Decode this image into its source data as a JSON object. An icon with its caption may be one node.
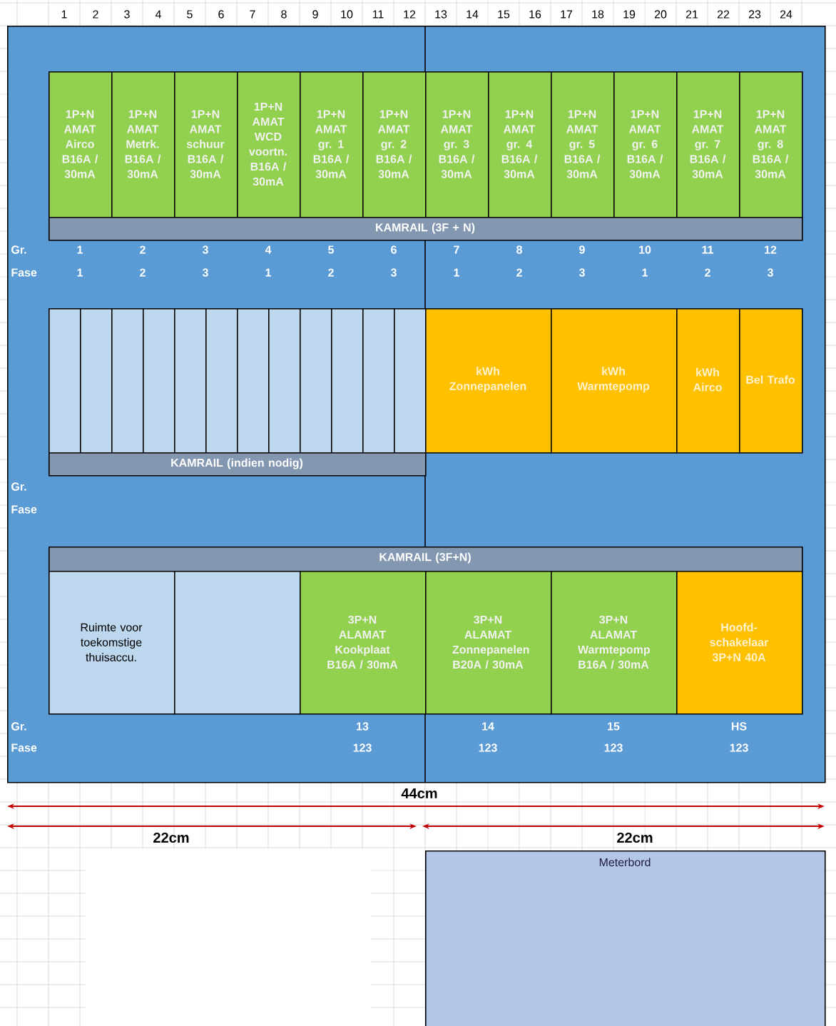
{
  "diagram": {
    "nodes": [
      {
        "text": [],
        "shape": "box"
      },
      {
        "text": [
          "1P+N AMAT Airco B16A / 30mA"
        ],
        "in": 0
      },
      {
        "text": [
          "1P+N AMAT Metrk. B16A / 30mA"
        ],
        "in": 0
      },
      {
        "text": [
          "1P+N AMAT schuur B16A / 30mA"
        ],
        "in": 0
      },
      {
        "text": [
          "1P+N AMAT WCD voortn. B16A / 30mA"
        ],
        "in": 0
      },
      {
        "text": [
          "1P+N AMAT gr. 1 B16A / 30mA"
        ],
        "in": 0
      },
      {
        "text": [
          "1P+N AMAT gr. 2 B16A / 30mA"
        ],
        "in": 0
      },
      {
        "text": [
          "1P+N AMAT gr. 3 B16A / 30mA"
        ],
        "in": 0
      },
      {
        "text": [
          "1P+N AMAT gr. 4 B16A / 30mA"
        ],
        "in": 0
      },
      {
        "text": [
          "1P+N AMAT gr. 5 B16A / 30mA"
        ],
        "in": 0
      },
      {
        "text": [
          "1P+N AMAT gr. 6 B16A / 30mA"
        ],
        "in": 0
      },
      {
        "text": [
          "1P+N AMAT gr. 7 B16A / 30mA"
        ],
        "in": 0
      },
      {
        "text": [
          "1P+N AMAT gr. 8 B16A / 30mA"
        ],
        "in": 0
      },
      {
        "text": [
          "KAMRAIL (3F + N)"
        ],
        "in": 0
      },
      {
        "text": [],
        "shape": "box",
        "in": 0
      },
      {
        "text": [],
        "shape": "box",
        "in": 0
      },
      {
        "text": [],
        "shape": "box",
        "in": 0
      },
      {
        "text": [],
        "shape": "box",
        "in": 0
      },
      {
        "text": [],
        "shape": "box",
        "in": 0
      },
      {
        "text": [],
        "shape": "box",
        "in": 0
      },
      {
        "text": [],
        "shape": "box",
        "in": 0
      },
      {
        "text": [],
        "shape": "box",
        "in": 0
      },
      {
        "text": [],
        "shape": "box",
        "in": 0
      },
      {
        "text": [],
        "shape": "box",
        "in": 0
      },
      {
        "text": [],
        "shape": "box",
        "in": 0
      },
      {
        "text": [],
        "shape": "box",
        "in": 0
      },
      {
        "text": [
          "kWh Zonnepanelen"
        ],
        "in": 0
      },
      {
        "text": [
          "kWh Warmtepomp"
        ],
        "in": 0
      },
      {
        "text": [
          "kWh Airco"
        ],
        "in": 0
      },
      {
        "text": [
          "Bel Trafo"
        ],
        "in": 0
      },
      {
        "text": [
          "KAMRAIL (indien nodig)"
        ],
        "in": 0
      },
      {
        "text": [
          "KAMRAIL (3F+N)"
        ],
        "in": 0
      },
      {
        "text": [
          "Ruimte voor toekomstige thuisaccu."
        ],
        "in": 0
      },
      {
        "text": [],
        "shape": "box",
        "in": 0
      },
      {
        "text": [
          "3P+N ALAMAT Kookplaat B16A / 30mA"
        ],
        "in": 0
      },
      {
        "text": [
          "3P+N ALAMAT Zonnepanelen B20A / 30mA"
        ],
        "in": 0
      },
      {
        "text": [
          "3P+N ALAMAT Warmtepomp B16A / 30mA"
        ],
        "in": 0
      },
      {
        "text": [
          "Hoofd- schakelaar 3P+N 40A"
        ],
        "in": 0
      },
      {
        "text": [
          "Meterbord"
        ]
      }
    ],
    "labels": [
      "1",
      "2",
      "3",
      "4",
      "5",
      "6",
      "7",
      "8",
      "9",
      "10",
      "11",
      "12",
      "13",
      "14",
      "15",
      "16",
      "17",
      "18",
      "19",
      "20",
      "21",
      "22",
      "23",
      "24",
      "Gr.",
      "1",
      "2",
      "3",
      "4",
      "5",
      "6",
      "7",
      "8",
      "9",
      "10",
      "11",
      "12",
      "Fase",
      "1",
      "2",
      "3",
      "1",
      "2",
      "3",
      "1",
      "2",
      "3",
      "1",
      "2",
      "3",
      "Gr.",
      "Fase",
      "Gr.",
      "13",
      "14",
      "15",
      "HS",
      "Fase",
      "123",
      "123",
      "123",
      "123",
      "44cm",
      "22cm",
      "22cm"
    ]
  }
}
